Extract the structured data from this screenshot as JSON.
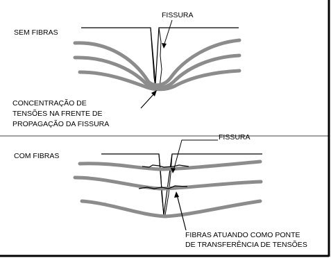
{
  "diagram": {
    "top_panel": {
      "title": "SEM FIBRAS",
      "crack_label": "FISSURA",
      "annotation_lines": [
        "CONCENTRAÇÃO DE",
        "TENSÕES NA FRENTE DE",
        "PROPAGAÇÃO DA FISSURA"
      ]
    },
    "bottom_panel": {
      "title": "COM FIBRAS",
      "crack_label": "FISSURA",
      "annotation_lines": [
        "FIBRAS ATUANDO COMO PONTE",
        "DE TRANSFERÊNCIA DE TENSÕES"
      ]
    },
    "colors": {
      "stress_line": "#8c8c8c",
      "ink": "#000000",
      "frame_border": "#000000",
      "background": "#ffffff"
    }
  }
}
